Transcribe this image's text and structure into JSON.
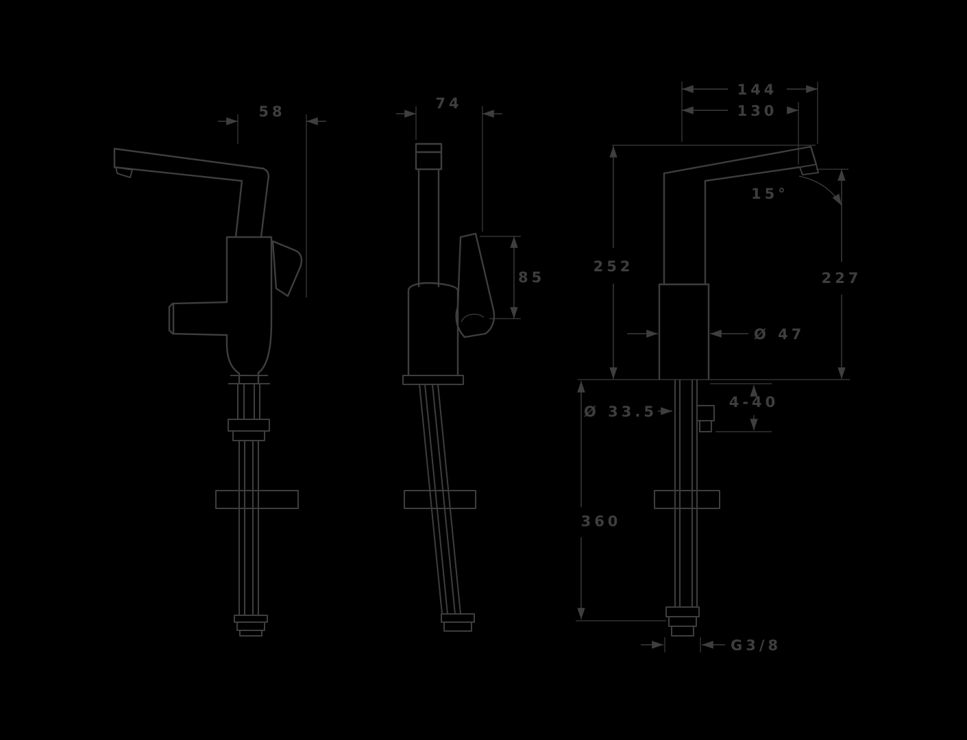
{
  "diagram": {
    "kind": "dimensional-line-drawing",
    "colors": {
      "background": "#000000",
      "line": "#3e3e3e"
    },
    "views": {
      "left": "side-view-spout-left",
      "front": "front-view",
      "right": "side-view-spout-right"
    },
    "dimensions": {
      "handle_offset": "58",
      "front_width": "74",
      "lever_height": "85",
      "spout_reach_outer": "144",
      "spout_reach_inner": "130",
      "spout_angle": "15°",
      "total_height": "252",
      "outlet_height": "227",
      "body_diameter": "Ø 47",
      "mounting_hole_diameter": "Ø 33.5",
      "mounting_thickness_range": "4-40",
      "hose_length": "360",
      "connection_thread": "G3/8"
    }
  }
}
